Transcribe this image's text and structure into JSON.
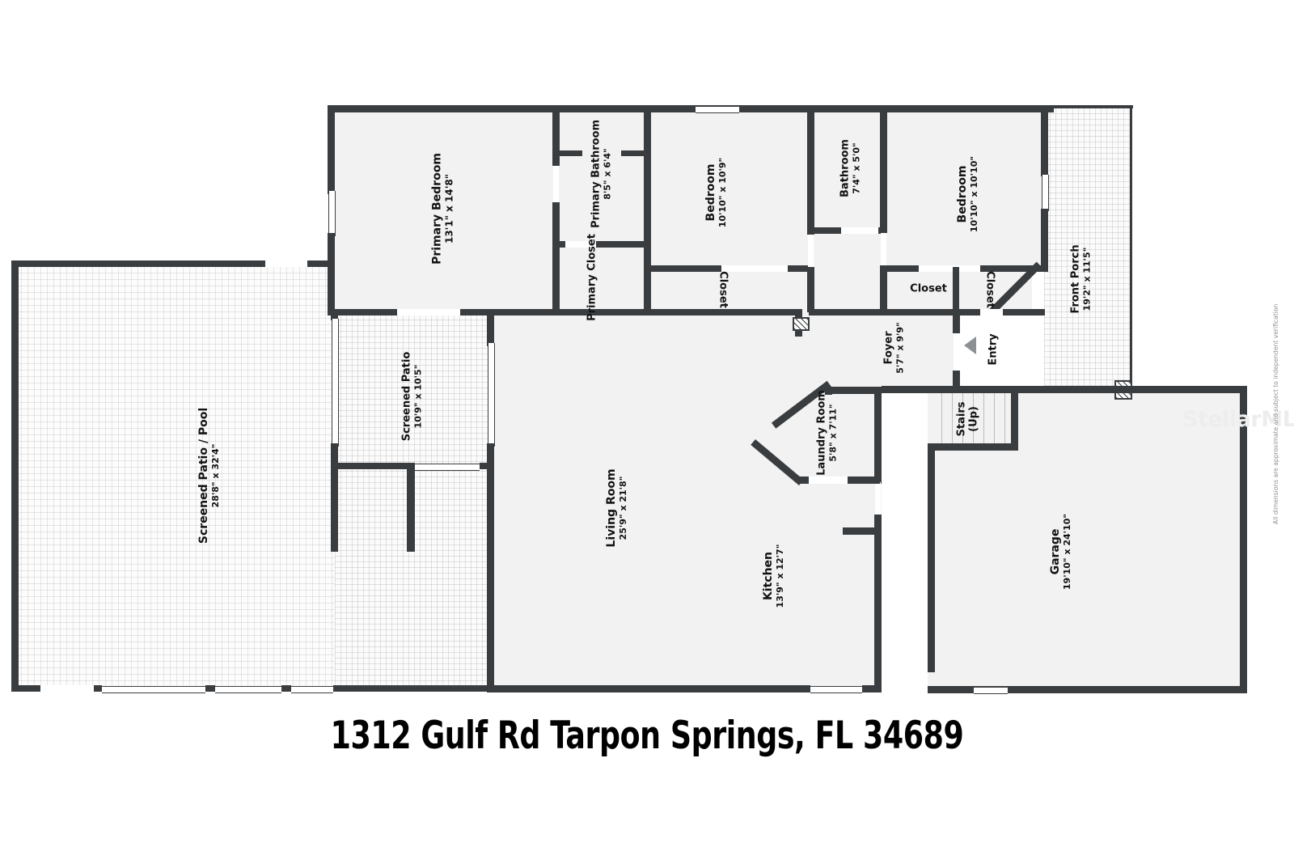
{
  "title": "1312 Gulf Rd Tarpon Springs, FL 34689",
  "watermark": "StellarMLS",
  "disclaimer": "All dimensions are approximate and subject to independent verification",
  "rooms": [
    {
      "key": "primary_bedroom",
      "name": "Primary Bedroom",
      "dim": "13'1\" x 14'8\""
    },
    {
      "key": "primary_bathroom",
      "name": "Primary Bathroom",
      "dim": "8'5\" x 6'4\""
    },
    {
      "key": "primary_closet",
      "name": "Primary Closet",
      "dim": ""
    },
    {
      "key": "bedroom_2",
      "name": "Bedroom",
      "dim": "10'10\" x 10'9\""
    },
    {
      "key": "closet_2",
      "name": "Closet",
      "dim": ""
    },
    {
      "key": "bathroom",
      "name": "Bathroom",
      "dim": "7'4\" x 5'0\""
    },
    {
      "key": "bedroom_3",
      "name": "Bedroom",
      "dim": "10'10\" x 10'10\""
    },
    {
      "key": "closet_3a",
      "name": "Closet",
      "dim": ""
    },
    {
      "key": "closet_3b",
      "name": "Closet",
      "dim": ""
    },
    {
      "key": "front_porch",
      "name": "Front Porch",
      "dim": "19'2\" x 11'5\""
    },
    {
      "key": "foyer",
      "name": "Foyer",
      "dim": "5'7\" x 9'9\""
    },
    {
      "key": "entry",
      "name": "Entry",
      "dim": ""
    },
    {
      "key": "stairs",
      "name": "Stairs",
      "dim": "(Up)"
    },
    {
      "key": "garage",
      "name": "Garage",
      "dim": "19'10\" x 24'10\""
    },
    {
      "key": "laundry_room",
      "name": "Laundry Room",
      "dim": "5'8\" x 7'11\""
    },
    {
      "key": "kitchen",
      "name": "Kitchen",
      "dim": "13'9\" x 12'7\""
    },
    {
      "key": "living_room",
      "name": "Living Room",
      "dim": "25'9\" x 21'8\""
    },
    {
      "key": "screened_patio",
      "name": "Screened Patio",
      "dim": "10'9\" x 10'5\""
    },
    {
      "key": "screened_patio_pool",
      "name": "Screened Patio / Pool",
      "dim": "28'8\" x 32'4\""
    }
  ],
  "colors": {
    "wall": "#3a3d40",
    "room_fill": "#f2f2f2",
    "porch_fill": "#fbfbfb",
    "text": "#121314",
    "watermark": "#ededed",
    "disclaimer": "#8e9194"
  }
}
